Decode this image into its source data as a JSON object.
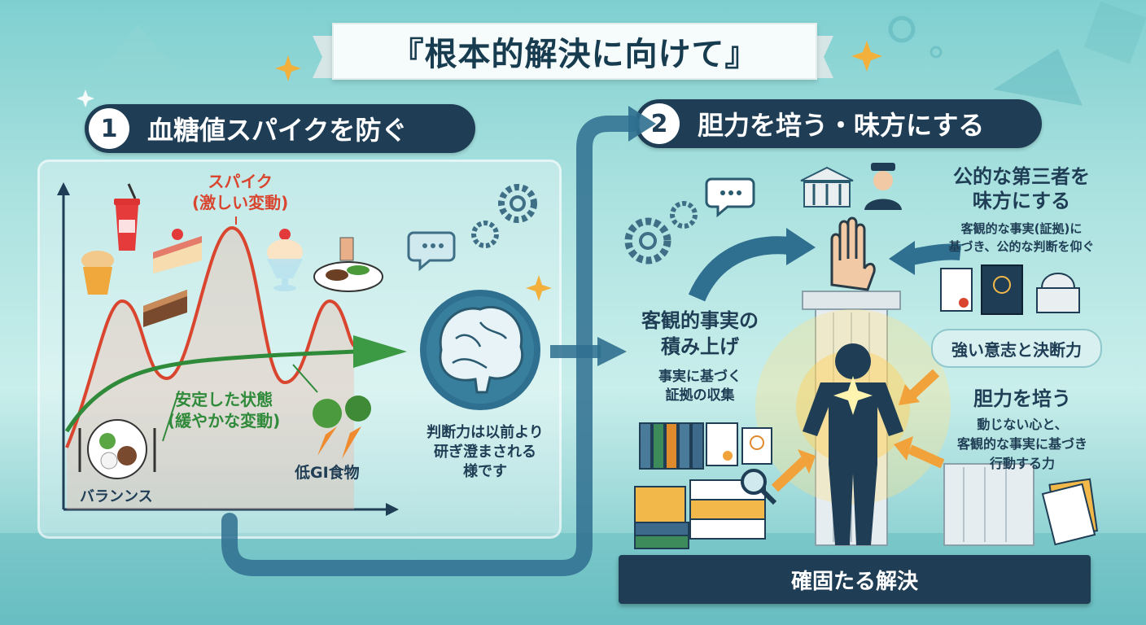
{
  "title": "『根本的解決に向けて』",
  "section1": {
    "number": "1",
    "heading": "血糖値スパイクを防ぐ",
    "spike_label_1": "スパイク",
    "spike_label_2": "(激しい変動)",
    "stable_label_1": "安定した状態",
    "stable_label_2": "(緩やかな変動)",
    "balance_label": "バランンス",
    "lowgi_label": "低GI食物",
    "brain_caption_1": "判断力は以前より",
    "brain_caption_2": "研ぎ澄まされる",
    "brain_caption_3": "様です"
  },
  "section2": {
    "number": "2",
    "heading": "胆力を培う・味方にする",
    "facts_title_1": "客観的事実の",
    "facts_title_2": "積み上げ",
    "facts_sub_1": "事実に基づく",
    "facts_sub_2": "証拠の収集",
    "ally_title_1": "公的な第三者を",
    "ally_title_2": "味方にする",
    "ally_sub_1": "客観的な事実(証拠)に",
    "ally_sub_2": "基づき、公的な判断を仰ぐ",
    "will_label": "強い意志と決断力",
    "courage_title": "胆力を培う",
    "courage_sub_1": "動じない心と、",
    "courage_sub_2": "客観的な事実に基づき",
    "courage_sub_3": "行動する力",
    "base_label": "確固たる解決"
  },
  "colors": {
    "navy": "#1f3e55",
    "spike_red": "#d9452e",
    "stable_green": "#2f8a3a",
    "teal_arrow": "#2f6f8f",
    "orange_arrow": "#f2a23a"
  }
}
